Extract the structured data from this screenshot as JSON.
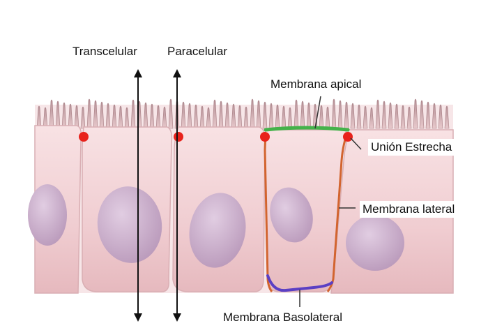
{
  "labels": {
    "transcelular": "Transcelular",
    "paracelular": "Paracelular",
    "membrana_apical": "Membrana apical",
    "union_estrecha": "Unión Estrecha",
    "membrana_lateral": "Membrana lateral",
    "membrana_basolateral": "Membrana Basolateral"
  },
  "colors": {
    "cell_fill": "#f3d3d6",
    "nucleus_fill": "#c9acc9",
    "tight_junction": "#e8221b",
    "apical_membrane": "#44b24a",
    "lateral_membrane": "#d2642f",
    "basolateral_membrane": "#5b3fc4"
  }
}
